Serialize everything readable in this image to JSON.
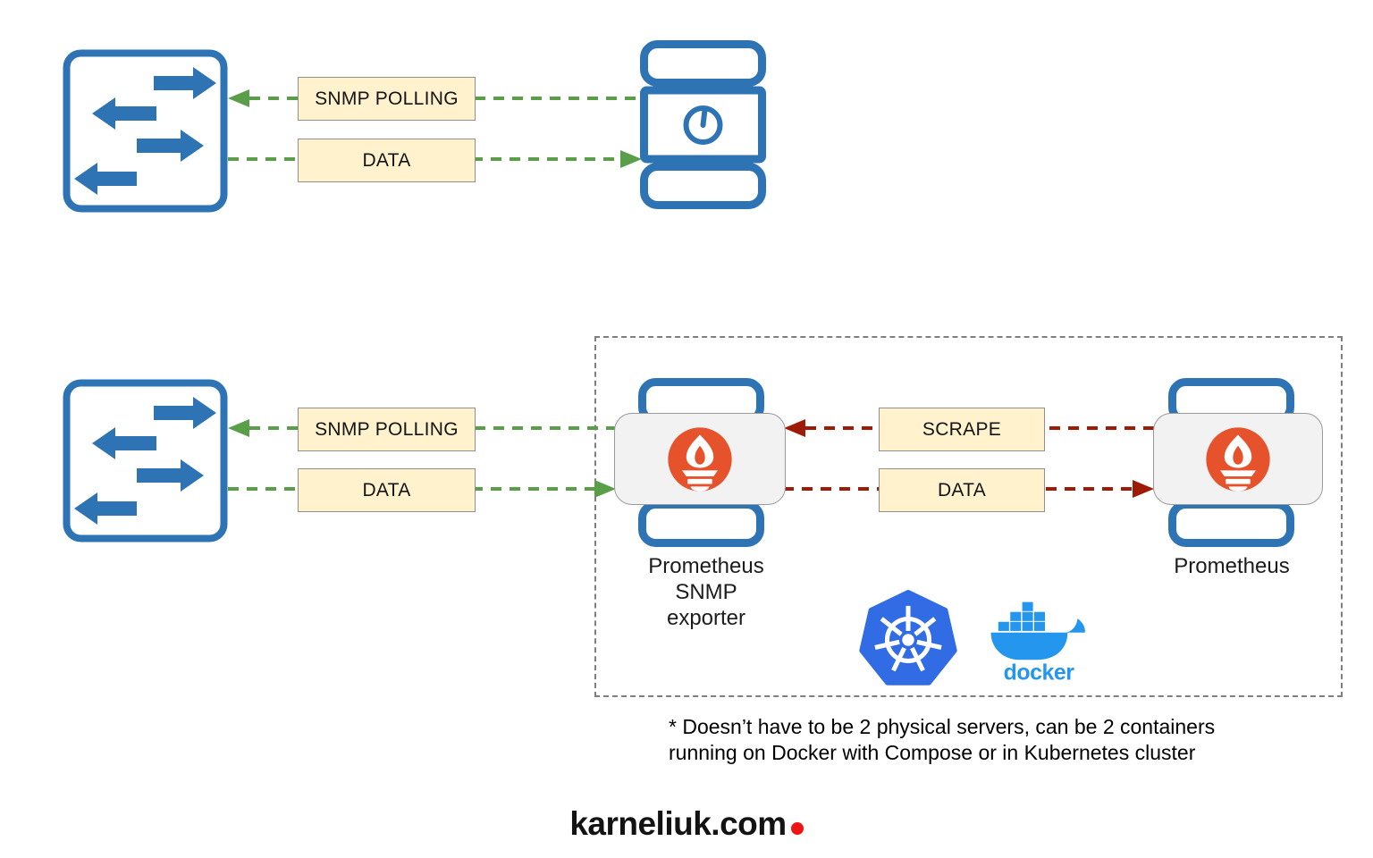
{
  "colors": {
    "device_blue": "#2E74B5",
    "flow_green": "#5B9E4A",
    "flow_dark_red": "#9E1C07",
    "label_box_fill": "#FFF2CC",
    "prometheus_orange": "#E6522C",
    "kubernetes_blue": "#326CE5",
    "docker_blue": "#2496ED",
    "brand_dot_red": "#EE1414"
  },
  "icons": {
    "switch": "network-switch-icon",
    "server": "server-icon",
    "clock": "clock-dial-icon",
    "prometheus": "prometheus-flame-icon",
    "kubernetes": "kubernetes-helm-icon",
    "docker": "docker-whale-icon"
  },
  "flows": {
    "top": {
      "polling": "SNMP POLLING",
      "data": "DATA"
    },
    "bottom": {
      "polling": "SNMP POLLING",
      "data": "DATA",
      "scrape": "SCRAPE",
      "scrape_data": "DATA"
    }
  },
  "nodes": {
    "exporter": {
      "line1": "Prometheus",
      "line2": "SNMP",
      "line3": "exporter"
    },
    "prometheus": {
      "label": "Prometheus"
    }
  },
  "docker": {
    "wordmark": "docker"
  },
  "footnote": {
    "line1": "* Doesn’t have to be 2 physical servers, can be 2 containers",
    "line2": "running on Docker with Compose or in Kubernetes cluster"
  },
  "footer": {
    "brand": "karneliuk.com"
  }
}
